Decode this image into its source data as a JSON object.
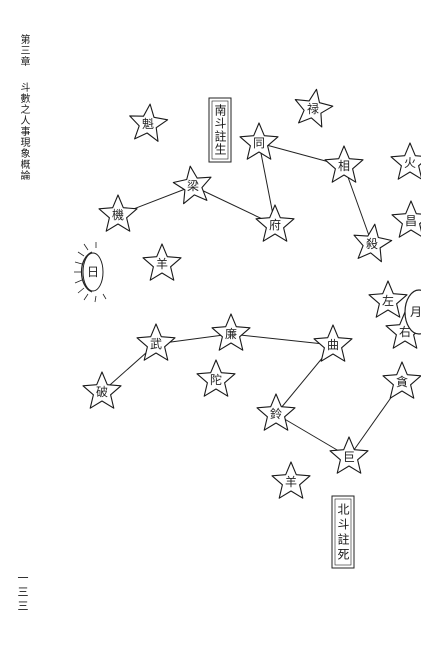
{
  "margin": {
    "chapter": "第三章",
    "subject": "斗數之人事現象概論",
    "page_number": "一三三"
  },
  "boxes": {
    "south": "南斗註生",
    "north": "北斗註死"
  },
  "labels": {
    "sun": "日",
    "moon": "月"
  },
  "south_stars": [
    {
      "key": "s1",
      "label": "禄"
    },
    {
      "key": "s2",
      "label": "同"
    },
    {
      "key": "s3",
      "label": "相"
    },
    {
      "key": "s4",
      "label": "殺"
    },
    {
      "key": "s5",
      "label": "府"
    },
    {
      "key": "s6",
      "label": "梁"
    },
    {
      "key": "s7",
      "label": "機"
    },
    {
      "key": "s8",
      "label": "魁"
    },
    {
      "key": "s9",
      "label": "羊"
    },
    {
      "key": "s10",
      "label": "火"
    },
    {
      "key": "s11",
      "label": "昌"
    }
  ],
  "north_stars": [
    {
      "key": "n1",
      "label": "破"
    },
    {
      "key": "n2",
      "label": "武"
    },
    {
      "key": "n3",
      "label": "廉"
    },
    {
      "key": "n4",
      "label": "曲"
    },
    {
      "key": "n5",
      "label": "陀"
    },
    {
      "key": "n6",
      "label": "鈴"
    },
    {
      "key": "n7",
      "label": "巨"
    },
    {
      "key": "n8",
      "label": "羊"
    },
    {
      "key": "n9",
      "label": "貪"
    },
    {
      "key": "n10",
      "label": "左"
    },
    {
      "key": "n11",
      "label": "右"
    }
  ],
  "colors": {
    "ink": "#1a1a1a",
    "paper": "#ffffff"
  }
}
